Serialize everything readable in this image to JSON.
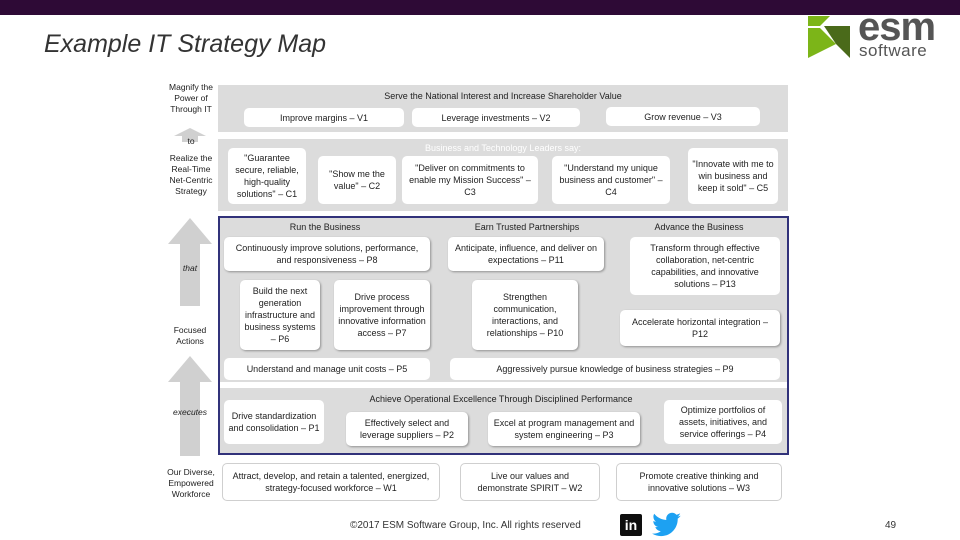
{
  "slide": {
    "title": "Example IT Strategy Map",
    "footer": "©2017 ESM Software Group, Inc. All rights reserved",
    "page_number": "49"
  },
  "logo": {
    "brand": "esm",
    "sub": "software"
  },
  "left_labels": {
    "magnify": "Magnify the Power of Through IT",
    "to": "to",
    "realize": "Realize the Real-Time Net-Centric Strategy",
    "that": "that",
    "focused": "Focused Actions",
    "executes": "executes",
    "workforce": "Our Diverse, Empowered Workforce"
  },
  "value": {
    "header": "Serve the National Interest and Increase Shareholder Value",
    "v1": "Improve margins – V1",
    "v2": "Leverage investments – V2",
    "v3": "Grow revenue – V3"
  },
  "customer": {
    "header": "Business and Technology Leaders say:",
    "c1": "\"Guarantee secure, reliable, high-quality solutions\" – C1",
    "c2": "\"Show me the value\" – C2",
    "c3": "\"Deliver on commitments to enable my Mission Success\" – C3",
    "c4": "\"Understand my unique business and customer\" – C4",
    "c5": "\"Innovate with me to win business and keep it sold\" – C5"
  },
  "process": {
    "col1": "Run the Business",
    "col2": "Earn Trusted Partnerships",
    "col3": "Advance the Business",
    "p8": "Continuously improve solutions, performance, and responsiveness – P8",
    "p6": "Build the next generation infrastructure and business systems – P6",
    "p7": "Drive process improvement through innovative information access – P7",
    "p5": "Understand and manage unit costs – P5",
    "p11": "Anticipate, influence, and deliver on expectations – P11",
    "p10": "Strengthen communication, interactions, and relationships – P10",
    "p13": "Transform through effective collaboration, net-centric capabilities, and innovative solutions – P13",
    "p12": "Accelerate horizontal integration – P12",
    "p9": "Aggressively pursue knowledge of business strategies – P9"
  },
  "excellence": {
    "header": "Achieve Operational Excellence Through Disciplined Performance",
    "p1": "Drive standardization and consolidation – P1",
    "p2": "Effectively select and leverage suppliers – P2",
    "p3": "Excel at program management and system engineering – P3",
    "p4": "Optimize portfolios of assets, initiatives, and service offerings – P4"
  },
  "workforce": {
    "w1": "Attract, develop, and retain a talented, energized, strategy-focused workforce – W1",
    "w2": "Live our values and demonstrate SPIRIT – W2",
    "w3": "Promote creative thinking and innovative solutions – W3"
  },
  "colors": {
    "topbar": "#2e0a36",
    "border": "#31327a",
    "panel": "#dcdcdc",
    "logo_green": "#7cb518"
  },
  "icons": [
    "linkedin-icon",
    "twitter-icon"
  ]
}
